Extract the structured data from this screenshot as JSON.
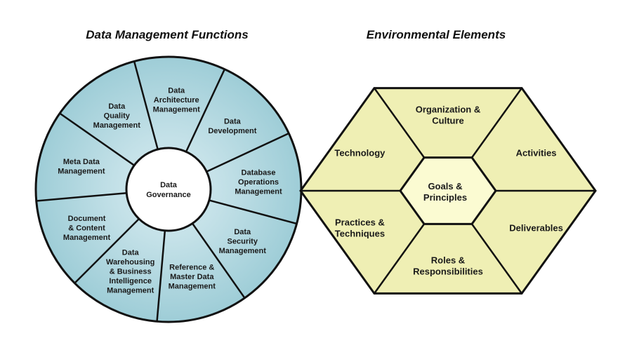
{
  "left_title": "Data Management Functions",
  "right_title": "Environmental Elements",
  "colors": {
    "wheel_fill": "#9ecdd7",
    "wheel_center_fill": "#d8edf2",
    "hub_fill": "#ffffff",
    "hex_fill": "#efefb4",
    "hex_center_fill": "#fbfbd2",
    "stroke": "#111111"
  },
  "wheel": {
    "center": [
      "Data",
      "Governance"
    ],
    "segments": [
      {
        "id": "data-architecture-management",
        "lines": [
          "Data",
          "Architecture",
          "Management"
        ]
      },
      {
        "id": "data-development",
        "lines": [
          "Data",
          "Development"
        ]
      },
      {
        "id": "database-operations-management",
        "lines": [
          "Database",
          "Operations",
          "Management"
        ]
      },
      {
        "id": "data-security-management",
        "lines": [
          "Data",
          "Security",
          "Management"
        ]
      },
      {
        "id": "reference-master-data-management",
        "lines": [
          "Reference &",
          "Master Data",
          "Management"
        ]
      },
      {
        "id": "data-warehousing-bi-management",
        "lines": [
          "Data",
          "Warehousing",
          "& Business",
          "Intelligence",
          "Management"
        ]
      },
      {
        "id": "document-content-management",
        "lines": [
          "Document",
          "& Content",
          "Management"
        ]
      },
      {
        "id": "meta-data-management",
        "lines": [
          "Meta Data",
          "Management"
        ]
      },
      {
        "id": "data-quality-management",
        "lines": [
          "Data",
          "Quality",
          "Management"
        ]
      }
    ]
  },
  "hexagon": {
    "center": [
      "Goals &",
      "Principles"
    ],
    "segments": [
      {
        "id": "organization-culture",
        "lines": [
          "Organization &",
          "Culture"
        ]
      },
      {
        "id": "activities",
        "lines": [
          "Activities"
        ]
      },
      {
        "id": "deliverables",
        "lines": [
          "Deliverables"
        ]
      },
      {
        "id": "roles-responsibilities",
        "lines": [
          "Roles &",
          "Responsibilities"
        ]
      },
      {
        "id": "practices-techniques",
        "lines": [
          "Practices &",
          "Techniques"
        ]
      },
      {
        "id": "technology",
        "lines": [
          "Technology"
        ]
      }
    ]
  }
}
